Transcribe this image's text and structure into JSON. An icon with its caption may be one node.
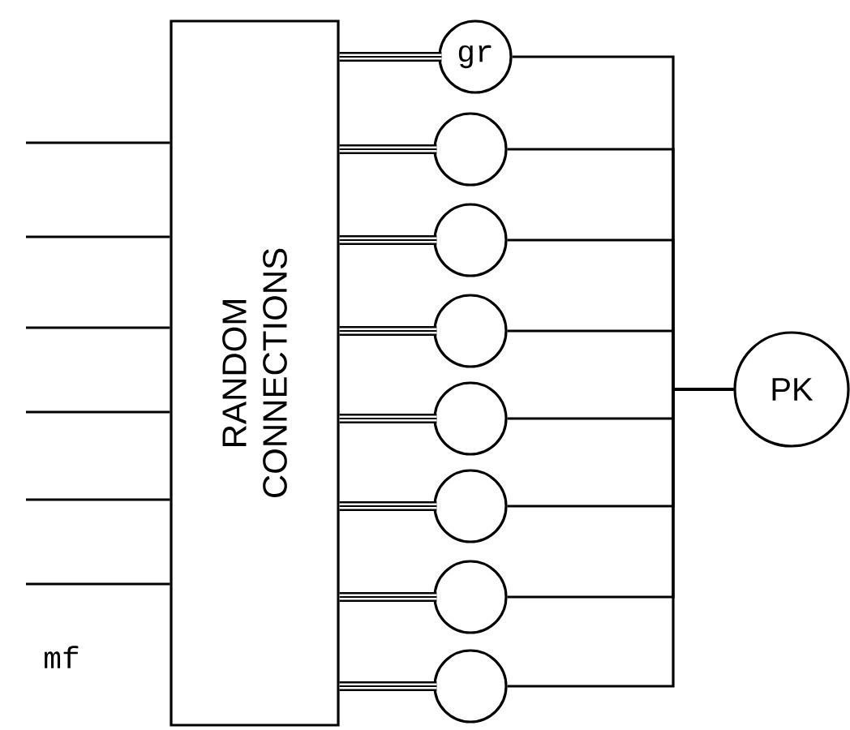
{
  "diagram": {
    "nodes": [
      {
        "text": [
          "RANDOM CONNECTIONS"
        ]
      },
      {
        "text": [
          "gr"
        ]
      },
      {
        "text": [],
        "shape": "circle"
      },
      {
        "text": [],
        "shape": "circle"
      },
      {
        "text": [],
        "shape": "circle"
      },
      {
        "text": [],
        "shape": "circle"
      },
      {
        "text": [],
        "shape": "circle"
      },
      {
        "text": [],
        "shape": "circle"
      },
      {
        "text": [],
        "shape": "circle"
      },
      {
        "text": [
          "PK"
        ]
      }
    ],
    "edges": [
      {
        "from": null,
        "to": 0,
        "arrow": "none"
      },
      {
        "from": null,
        "to": 0,
        "arrow": "none"
      },
      {
        "from": null,
        "to": 0,
        "arrow": "none"
      },
      {
        "from": null,
        "to": 0,
        "arrow": "none"
      },
      {
        "from": null,
        "to": 0,
        "arrow": "none"
      },
      {
        "from": null,
        "to": 0,
        "arrow": "none"
      },
      {
        "from": 0,
        "to": 1,
        "arrow": "none",
        "style": "thick"
      },
      {
        "from": 0,
        "to": 2,
        "arrow": "none",
        "style": "thick"
      },
      {
        "from": 0,
        "to": 3,
        "arrow": "none",
        "style": "thick"
      },
      {
        "from": 0,
        "to": 4,
        "arrow": "none",
        "style": "thick"
      },
      {
        "from": 0,
        "to": 5,
        "arrow": "none",
        "style": "thick"
      },
      {
        "from": 0,
        "to": 6,
        "arrow": "none",
        "style": "thick"
      },
      {
        "from": 0,
        "to": 7,
        "arrow": "none",
        "style": "thick"
      },
      {
        "from": 0,
        "to": 8,
        "arrow": "none",
        "style": "thick"
      },
      {
        "from": 1,
        "to": 9,
        "arrow": "none"
      },
      {
        "from": 2,
        "to": 9,
        "arrow": "none"
      },
      {
        "from": 3,
        "to": 9,
        "arrow": "none"
      },
      {
        "from": 4,
        "to": 9,
        "arrow": "none"
      },
      {
        "from": 5,
        "to": 9,
        "arrow": "none"
      },
      {
        "from": 6,
        "to": 9,
        "arrow": "none"
      },
      {
        "from": 7,
        "to": 9,
        "arrow": "none"
      },
      {
        "from": 8,
        "to": 9,
        "arrow": "none"
      }
    ],
    "labels": [
      "mf"
    ]
  }
}
